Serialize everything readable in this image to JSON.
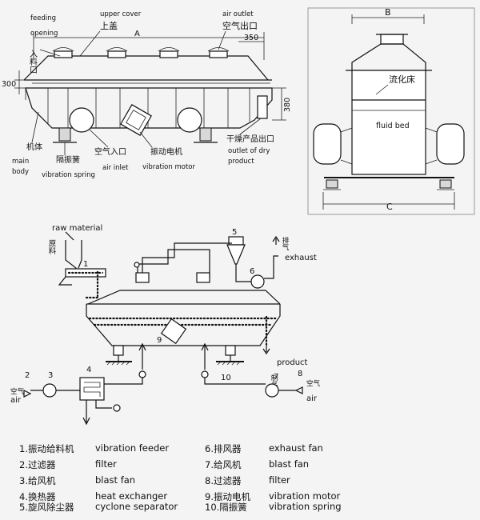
{
  "top_left": {
    "label_feeding_opening": "feeding",
    "label_feeding_opening_2": "opening",
    "label_feed_cn": "入料口",
    "label_upper_cover": "upper cover",
    "label_upper_cover_cn": "上盖",
    "dim_A": "A",
    "label_air_outlet": "air outlet",
    "label_air_outlet_cn": "空气出口",
    "dim_350": "350",
    "dim_300": "300",
    "dim_380": "380",
    "label_body_cn": "机体",
    "label_main_body_1": "main",
    "label_main_body_2": "body",
    "label_spring_cn": "隔振簧",
    "label_spring": "vibration spring",
    "label_air_inlet_cn": "空气入口",
    "label_air_inlet": "air inlet",
    "label_motor_cn": "振动电机",
    "label_motor": "vibration motor",
    "label_dry_outlet_cn": "干燥产品出口",
    "label_dry_outlet_1": "outlet of dry",
    "label_dry_outlet_2": "product"
  },
  "top_right": {
    "dim_B": "B",
    "dim_C": "C",
    "label_fluid_bed_cn": "流化床",
    "label_fluid_bed": "fluid bed"
  },
  "flow": {
    "raw_material": "raw material",
    "raw_material_cn": "原料",
    "exhaust": "exhaust",
    "exhaust_cn": "排气",
    "product": "product",
    "product_cn": "制品",
    "air_left": "air",
    "air_left_cn": "空气",
    "air_right": "air",
    "air_right_cn": "空气",
    "n1": "1",
    "n2": "2",
    "n3": "3",
    "n4": "4",
    "n5": "5",
    "n6": "6",
    "n7": "7",
    "n8": "8",
    "n9": "9",
    "n10": "10"
  },
  "legend": [
    {
      "cn": "1.振动给料机",
      "en": "vibration feeder"
    },
    {
      "cn": "2.过滤器",
      "en": "filter"
    },
    {
      "cn": "3.给风机",
      "en": "blast fan"
    },
    {
      "cn": "4.换热器",
      "en": "heat exchanger"
    },
    {
      "cn": "5.旋风除尘器",
      "en": "cyclone separator"
    },
    {
      "cn": "6.排风器",
      "en": "exhaust fan"
    },
    {
      "cn": "7.给风机",
      "en": "blast fan"
    },
    {
      "cn": "8.过滤器",
      "en": "filter"
    },
    {
      "cn": "9.振动电机",
      "en": "vibration motor"
    },
    {
      "cn": "10.隔振簧",
      "en": "vibration spring"
    }
  ]
}
